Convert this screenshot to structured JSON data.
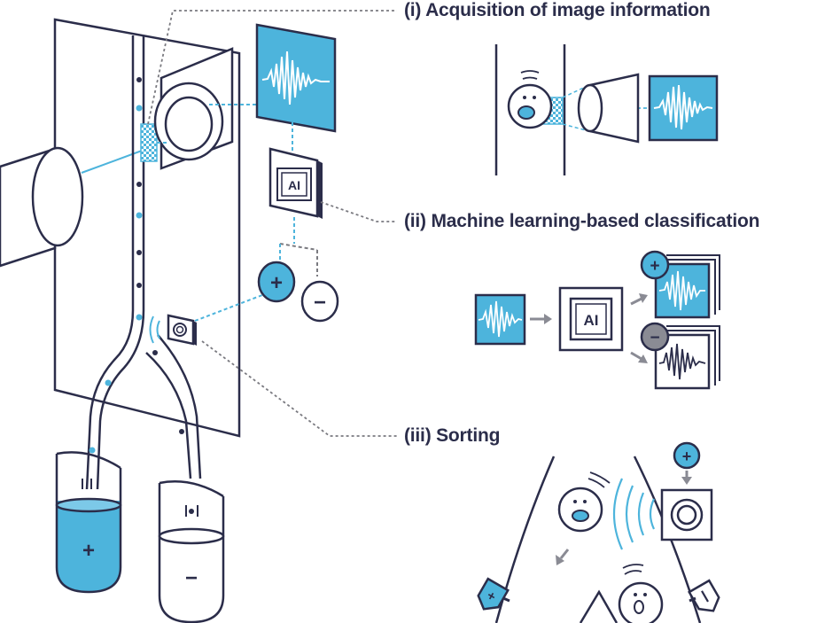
{
  "steps": [
    {
      "label": "(i) Acquisition of image information"
    },
    {
      "label": "(ii) Machine learning-based classification"
    },
    {
      "label": "(iii) Sorting"
    }
  ],
  "chip_text": "AI",
  "plus_symbol": "+",
  "minus_symbol": "−",
  "colors": {
    "navy": "#2b2d4a",
    "blue": "#4db4dc",
    "light_blue": "#7cc9e8",
    "grey": "#8a8b94",
    "dotted": "#7a7a80"
  },
  "icons": [
    "laser-beam-icon",
    "camera-lens-icon",
    "waveform-icon",
    "ai-chip-icon",
    "positive-badge-icon",
    "negative-badge-icon",
    "sorter-actuator-icon",
    "collection-tube-icon",
    "cell-icon",
    "arrow-icon",
    "sound-wave-icon"
  ]
}
